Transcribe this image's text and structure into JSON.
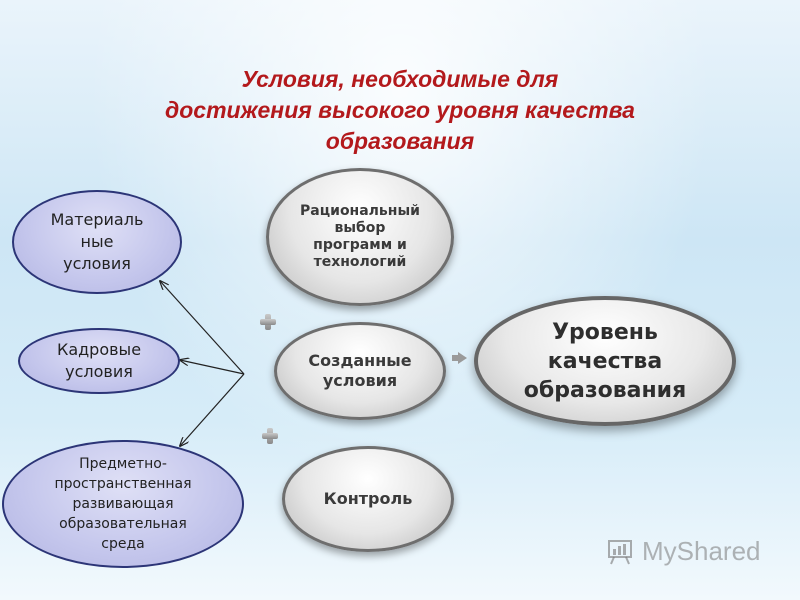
{
  "title": {
    "line1": "Условия, необходимые для",
    "line2": "достижения высокого уровня качества",
    "line3": "образования"
  },
  "left_conditions": [
    {
      "text": "Материаль\nные\nусловия"
    },
    {
      "text": "Кадровые\nусловия"
    },
    {
      "text": "Предметно-\nпространственная\nразвивающая\nобразовательная\nсреда"
    }
  ],
  "center": {
    "rational": "Рациональный\nвыбор\nпрограмм и\nтехнологий",
    "created": "Созданные\nусловия",
    "control": "Контроль"
  },
  "result": {
    "text": "Уровень\nкачества\nобразования"
  },
  "watermark": {
    "text": "MyShared"
  },
  "icons": [
    "plus-icon",
    "arrow-right-icon",
    "myshared-logo-icon"
  ],
  "colors": {
    "title": "#b3191c",
    "left_fill": "#c4c6ec",
    "left_border": "#2c3577",
    "grey_border": "#6e6e6e"
  }
}
